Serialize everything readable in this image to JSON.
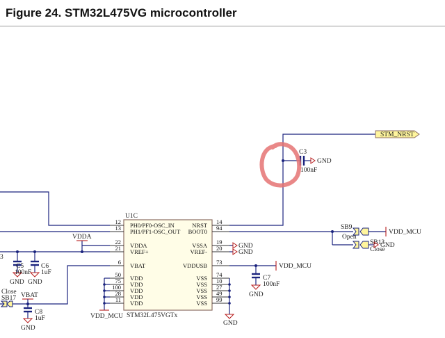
{
  "figure": {
    "title": "Figure 24. STM32L475VG microcontroller"
  },
  "chip": {
    "refdes": "U1C",
    "part": "STM32L475VGTx",
    "left_pins": [
      {
        "num": "12",
        "name": "PH0/PF0-OSC_IN"
      },
      {
        "num": "13",
        "name": "PH1/PF1-OSC_OUT"
      },
      {
        "num": "22",
        "name": "VDDA"
      },
      {
        "num": "21",
        "name": "VREF+"
      },
      {
        "num": "6",
        "name": "VBAT"
      },
      {
        "num": "50",
        "name": "VDD"
      },
      {
        "num": "75",
        "name": "VDD"
      },
      {
        "num": "100",
        "name": "VDD"
      },
      {
        "num": "28",
        "name": "VDD"
      },
      {
        "num": "11",
        "name": "VDD"
      }
    ],
    "right_pins": [
      {
        "num": "14",
        "name": "NRST"
      },
      {
        "num": "94",
        "name": "BOOT0"
      },
      {
        "num": "19",
        "name": "VSSA"
      },
      {
        "num": "20",
        "name": "VREF-"
      },
      {
        "num": "73",
        "name": "VDDUSB"
      },
      {
        "num": "74",
        "name": "VSS"
      },
      {
        "num": "10",
        "name": "VSS"
      },
      {
        "num": "27",
        "name": "VSS"
      },
      {
        "num": "49",
        "name": "VSS"
      },
      {
        "num": "99",
        "name": "VSS"
      }
    ]
  },
  "nets": {
    "stm_nrst": "STM_NRST",
    "gnd": "GND",
    "vdd_mcu": "VDD_MCU",
    "vdda": "VDDA",
    "vbat": "VBAT"
  },
  "components": {
    "c3": {
      "ref": "C3",
      "value": "100nF"
    },
    "c5": {
      "ref": "C5",
      "value": "100nF"
    },
    "c6": {
      "ref": "C6",
      "value": "1uF"
    },
    "c7": {
      "ref": "C7",
      "value": "100nF"
    },
    "c8": {
      "ref": "C8",
      "value": "1uF"
    },
    "c_edge": {
      "ref": "3"
    },
    "sb9": {
      "ref": "SB9",
      "state": "Open"
    },
    "sb13": {
      "ref": "SB13",
      "state": "Close"
    },
    "sb17": {
      "ref": "SB17",
      "state": "Close"
    }
  },
  "colors": {
    "wire": "#1a237e",
    "power_symbol": "#b71c1c",
    "annotation_circle": "#e57373",
    "net_label_fill": "#fff59d"
  }
}
